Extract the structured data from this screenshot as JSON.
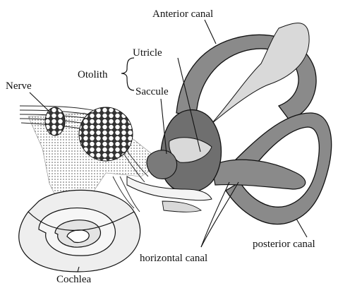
{
  "labels": {
    "anterior_canal": "Anterior canal",
    "utricle": "Utricle",
    "otolith": "Otolith",
    "saccule": "Saccule",
    "nerve": "Nerve",
    "posterior_canal": "posterior canal",
    "horizontal_canal": "horizontal canal",
    "cochlea": "Cochlea"
  },
  "colors": {
    "canal_fill": "#8a8a8a",
    "vestibule_fill": "#6f6f6f",
    "light_fill": "#d9d9d9",
    "cochlea_fill": "#eeeeee",
    "stroke": "#111111"
  }
}
